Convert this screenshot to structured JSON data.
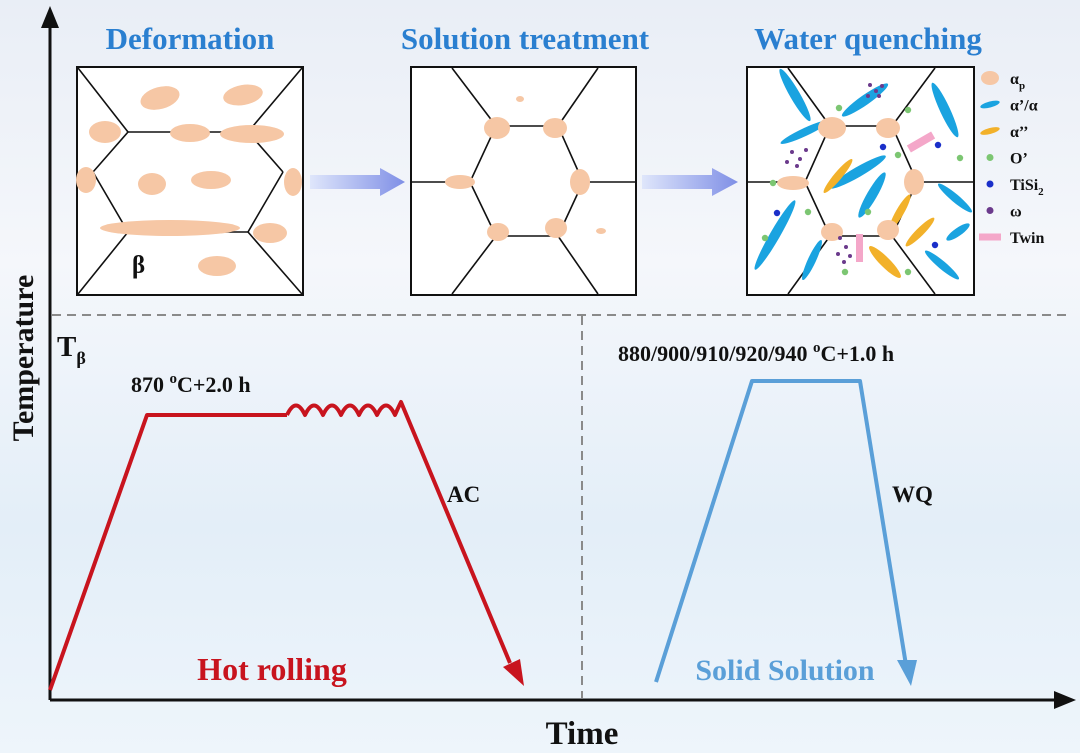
{
  "stage_titles": {
    "deformation": "Deformation",
    "solution": "Solution treatment",
    "quenching": "Water quenching"
  },
  "phase_label": "β",
  "legend": [
    {
      "sym": "α",
      "sub": "p",
      "icon": "alpha-p-blob-icon",
      "color": "#f6c7a5"
    },
    {
      "sym": "α’/α",
      "sub": "",
      "icon": "needle-icon",
      "color": "#1aa3e0"
    },
    {
      "sym": "α’’",
      "sub": "",
      "icon": "needle-icon",
      "color": "#f2b12a"
    },
    {
      "sym": "O’",
      "sub": "",
      "icon": "dot-icon",
      "color": "#7cc672"
    },
    {
      "sym": "TiSi",
      "sub": "2",
      "icon": "dot-icon",
      "color": "#1a2fc9"
    },
    {
      "sym": "ω",
      "sub": "",
      "icon": "dot-icon",
      "color": "#6b3a8c"
    },
    {
      "sym": "Twin",
      "sub": "",
      "icon": "bar-icon",
      "color": "#f4a7c9"
    }
  ],
  "axes": {
    "y": "Temperature",
    "x": "Time"
  },
  "t_beta": {
    "sym": "T",
    "sub": "β"
  },
  "hot_rolling": {
    "condition": {
      "pre": "870 ",
      "sup": "o",
      "post": "C+2.0 h"
    },
    "cooling": "AC",
    "name": "Hot rolling",
    "color": "#c8141e"
  },
  "solid_solution": {
    "condition": {
      "pre": "880/900/910/920/940 ",
      "sup": "o",
      "post": "C+1.0 h"
    },
    "cooling": "WQ",
    "name": "Solid Solution",
    "color": "#5a9fd8"
  },
  "colors": {
    "title": "#2a7fd0",
    "blob": "#f6c7a5",
    "axis": "#000000",
    "dash": "#8a8a8a"
  }
}
